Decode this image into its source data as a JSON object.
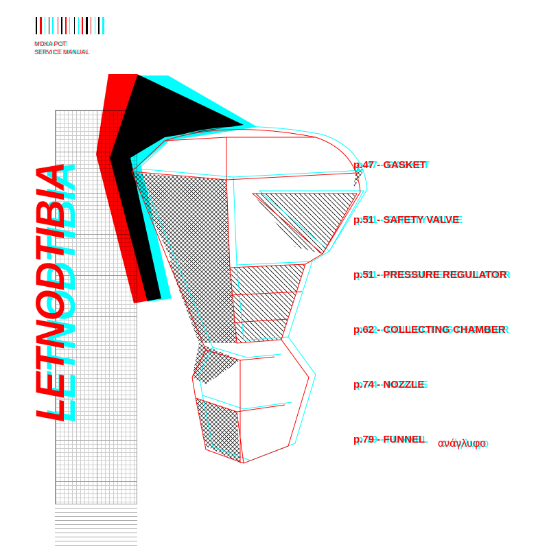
{
  "header": {
    "line1": "MOKA POT",
    "line2": "SERVICE MANUAL"
  },
  "title": "LETNODTIBIA",
  "parts": [
    {
      "label": "p.47 - GASKET"
    },
    {
      "label": "p.51 - SAFETY VALVE"
    },
    {
      "label": "p.51 - PRESSURE REGULATOR"
    },
    {
      "label": "p.62 - COLLECTING CHAMBER"
    },
    {
      "label": "p.74 - NOZZLE"
    },
    {
      "label": "p.79 - FUNNEL"
    }
  ],
  "caption": "ανάγλυφο",
  "colors": {
    "red": "#ff0000",
    "cyan": "#00ffff",
    "black": "#000000"
  }
}
